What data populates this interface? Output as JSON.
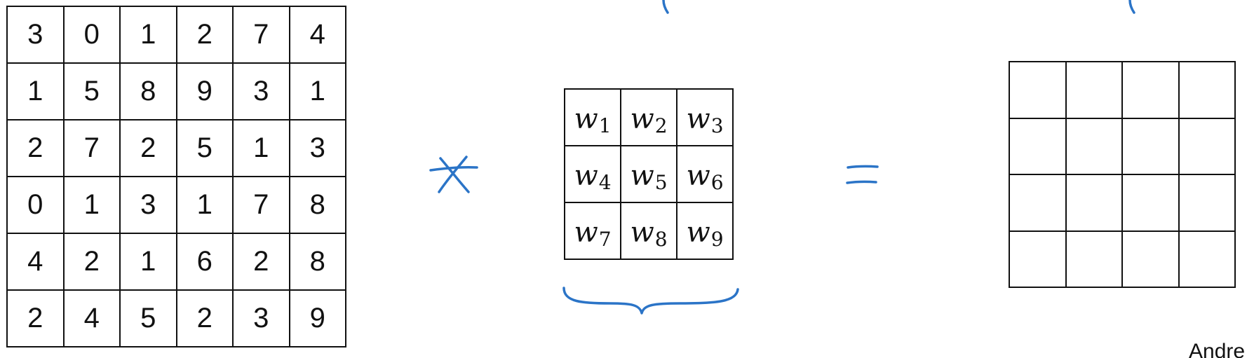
{
  "input_matrix": {
    "rows": [
      [
        "3",
        "0",
        "1",
        "2",
        "7",
        "4"
      ],
      [
        "1",
        "5",
        "8",
        "9",
        "3",
        "1"
      ],
      [
        "2",
        "7",
        "2",
        "5",
        "1",
        "3"
      ],
      [
        "0",
        "1",
        "3",
        "1",
        "7",
        "8"
      ],
      [
        "4",
        "2",
        "1",
        "6",
        "2",
        "8"
      ],
      [
        "2",
        "4",
        "5",
        "2",
        "3",
        "9"
      ]
    ]
  },
  "filter_matrix": {
    "rows": [
      [
        {
          "w": "w",
          "sub": "1"
        },
        {
          "w": "w",
          "sub": "2"
        },
        {
          "w": "w",
          "sub": "3"
        }
      ],
      [
        {
          "w": "w",
          "sub": "4"
        },
        {
          "w": "w",
          "sub": "5"
        },
        {
          "w": "w",
          "sub": "6"
        }
      ],
      [
        {
          "w": "w",
          "sub": "7"
        },
        {
          "w": "w",
          "sub": "8"
        },
        {
          "w": "w",
          "sub": "9"
        }
      ]
    ]
  },
  "output_matrix": {
    "rows": 4,
    "cols": 4
  },
  "annotations": {
    "operator_convolution": "convolution-star",
    "operator_equals": "equals-sign",
    "ink_color": "#2b74c7"
  },
  "author_credit": "Andre"
}
